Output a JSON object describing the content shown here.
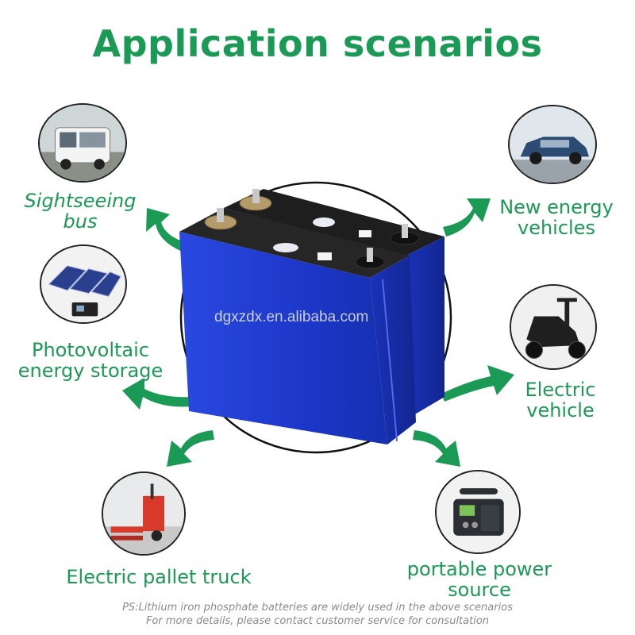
{
  "title": "Application scenarios",
  "watermark": "dgxzdx.en.alibaba.com",
  "scenarios": [
    {
      "line1": "Sightseeing",
      "line2": "bus",
      "icon": "sightseeing-bus-photo"
    },
    {
      "line1": "New energy",
      "line2": "vehicles",
      "icon": "electric-car-photo"
    },
    {
      "line1": "Photovoltaic",
      "line2": "energy storage",
      "icon": "solar-panel-photo"
    },
    {
      "line1": "Electric",
      "line2": "vehicle",
      "icon": "electric-scooter-photo"
    },
    {
      "line1": "Electric pallet truck",
      "icon": "pallet-truck-photo"
    },
    {
      "line1": "portable power",
      "line2": "source",
      "icon": "power-station-photo"
    }
  ],
  "notes": {
    "line1": "PS:Lithium iron phosphate batteries are widely used in the above scenarios",
    "line2": "For more details, please contact customer service for consultation"
  },
  "colors": {
    "accent": "#1b9a55",
    "battery": "#1f3fd1",
    "arrow": "#1b9a55"
  }
}
